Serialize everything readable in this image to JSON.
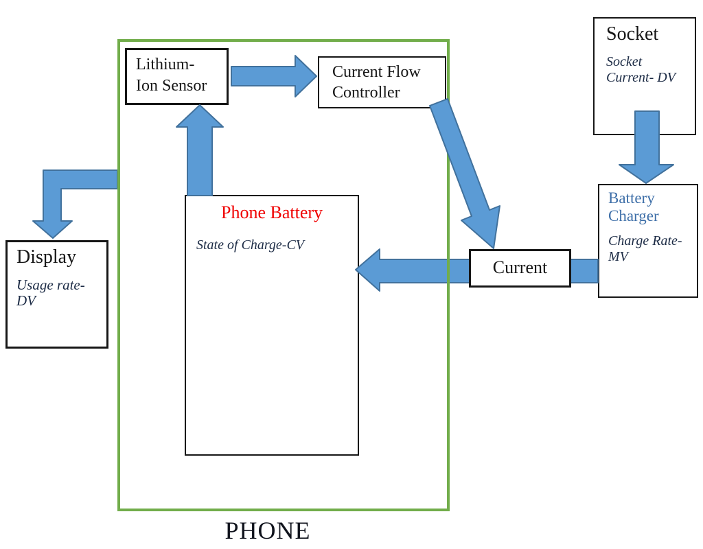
{
  "phone_container": {
    "label": "PHONE"
  },
  "boxes": {
    "lithium_ion_sensor": {
      "title": "Lithium-\nIon Sensor"
    },
    "current_flow_controller": {
      "title": "Current Flow\nController"
    },
    "phone_battery": {
      "title": "Phone Battery",
      "subtitle": "State of Charge-CV"
    },
    "display": {
      "title": "Display",
      "subtitle": "Usage rate-\nDV"
    },
    "socket": {
      "title": "Socket",
      "subtitle": "Socket\nCurrent- DV"
    },
    "battery_charger": {
      "title": "Battery\nCharger",
      "subtitle": "Charge Rate-\nMV"
    },
    "current": {
      "title": "Current"
    }
  },
  "arrows": [
    {
      "from": "lithium_ion_sensor",
      "to": "current_flow_controller"
    },
    {
      "from": "phone_battery",
      "to": "lithium_ion_sensor"
    },
    {
      "from": "current_flow_controller",
      "to": "current"
    },
    {
      "from": "socket",
      "to": "battery_charger"
    },
    {
      "from": "battery_charger",
      "to": "phone_battery",
      "via": "current"
    },
    {
      "from": "phone",
      "to": "display"
    }
  ],
  "colors": {
    "arrow_fill": "#5B9BD5",
    "arrow_stroke": "#41719C",
    "phone_border": "#72AD4B",
    "phone_battery_title": "#F00000",
    "battery_charger_title": "#3E6FA8"
  }
}
